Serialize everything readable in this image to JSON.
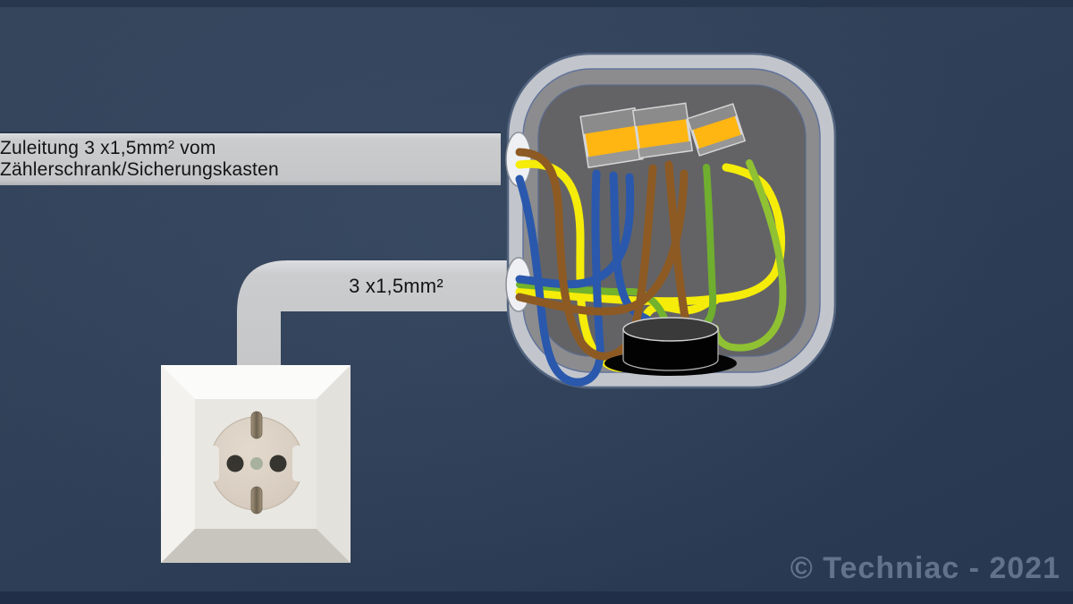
{
  "labels": {
    "feed_cable": "Zuleitung 3 x1,5mm² vom Zählerschrank/Sicherungskasten",
    "socket_cable": "3 x1,5mm²",
    "watermark": "© Techniac - 2021"
  },
  "diagram": {
    "type": "electrical-wiring-diagram",
    "junction_box": {
      "cable_entries": 2,
      "outgoing_gland_count": 1
    },
    "wago_connectors": [
      {
        "id": 1,
        "body_color": "#ffb612",
        "cap_color": "#8b8b8b",
        "connected_wires": "blue"
      },
      {
        "id": 2,
        "body_color": "#ffb612",
        "cap_color": "#8b8b8b",
        "connected_wires": "brown"
      },
      {
        "id": 3,
        "body_color": "#ffb612",
        "cap_color": "#8b8b8b",
        "connected_wires": "green-yellow"
      }
    ],
    "socket": {
      "kind": "schuko-socket-outlet"
    },
    "wire_colors": {
      "neutral_blue": "#2a58ac",
      "live_brown": "#8d5a23",
      "pe_yellow": "#f5ec09",
      "pe_green": "#72b22d",
      "pe_green_light": "#8fc133"
    },
    "palette": {
      "background_top": "#35455c",
      "background_bottom": "#283750",
      "cable_gray": "#c7c8ca",
      "label_band": "#cbcccе",
      "box_outer_ring": "#c2c6cc",
      "box_mid_ring": "#8c8c8e",
      "box_inner": "#636366",
      "box_outline_blue": "#53647f",
      "gland_black": "#060606",
      "socket_white": "#f2f1ed",
      "socket_face_beige": "#d8cec2",
      "watermark_color": "#94a2bc"
    }
  }
}
